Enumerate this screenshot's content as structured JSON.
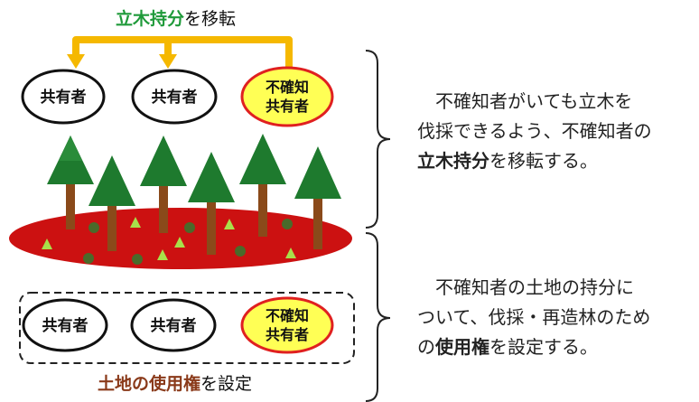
{
  "top_caption": {
    "highlight": "立木持分",
    "rest": "を移転"
  },
  "owners_top": [
    "共有者",
    "共有者"
  ],
  "unknown_top": [
    "不確知",
    "共有者"
  ],
  "owners_bottom": [
    "共有者",
    "共有者"
  ],
  "unknown_bottom": [
    "不確知",
    "共有者"
  ],
  "bottom_caption": {
    "highlight": "土地の使用権",
    "rest": "を設定"
  },
  "desc_top": {
    "line1": "不確知者がいても立木を",
    "line2": "伐採できるよう、不確知者の",
    "line3_bold": "立木持分",
    "line3_rest": "を移転する。"
  },
  "desc_bottom": {
    "line1": "不確知者の土地の持分に",
    "line2": "ついて、伐採・再造林のため",
    "line3_pre": "の",
    "line3_bold": "使用権",
    "line3_rest": "を設定する。"
  },
  "colors": {
    "green_title": "#1f9a3a",
    "brown_title": "#8a3a1a",
    "arrow": "#f5b800",
    "ground": "#cc1111",
    "tree": "#1e7a2e",
    "trunk": "#8a4a1a",
    "unknown_fill": "#ffff55",
    "unknown_border": "#e02020"
  }
}
